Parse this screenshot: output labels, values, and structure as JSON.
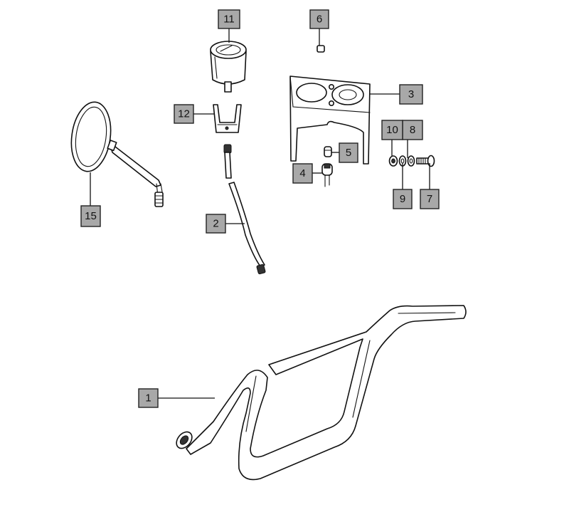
{
  "callouts": [
    {
      "id": "1",
      "label": "1"
    },
    {
      "id": "2",
      "label": "2"
    },
    {
      "id": "3",
      "label": "3"
    },
    {
      "id": "4",
      "label": "4"
    },
    {
      "id": "5",
      "label": "5"
    },
    {
      "id": "6",
      "label": "6"
    },
    {
      "id": "7",
      "label": "7"
    },
    {
      "id": "8",
      "label": "8"
    },
    {
      "id": "9",
      "label": "9"
    },
    {
      "id": "10",
      "label": "10"
    },
    {
      "id": "11",
      "label": "11"
    },
    {
      "id": "12",
      "label": "12"
    },
    {
      "id": "15",
      "label": "15"
    }
  ]
}
